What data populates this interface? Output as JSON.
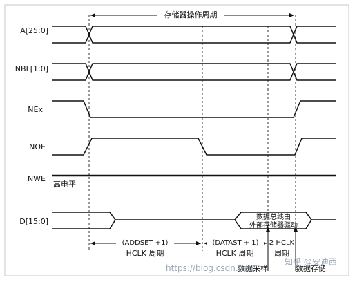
{
  "diagram": {
    "title": "存储器操作周期",
    "signals": [
      "A[25:0]",
      "NBL[1:0]",
      "NEx",
      "NOE",
      "NWE",
      "D[15:0]"
    ],
    "nwe_note": "高电平",
    "bus_note_line1": "数据总线由",
    "bus_note_line2": "外部存储器驱动",
    "phases": {
      "addset": {
        "label": "(ADDSET +1)",
        "unit": "HCLK 周期"
      },
      "datast": {
        "label": "(DATAST + 1)",
        "unit": "HCLK 周期"
      },
      "hold": {
        "label": "2 HCLK",
        "unit": "周期"
      }
    },
    "sample_note": "数据采样",
    "store_note": "数据存储"
  },
  "watermark": {
    "text1": "知乎 @安迪西",
    "text2": "https://blog.csdn.net/"
  }
}
